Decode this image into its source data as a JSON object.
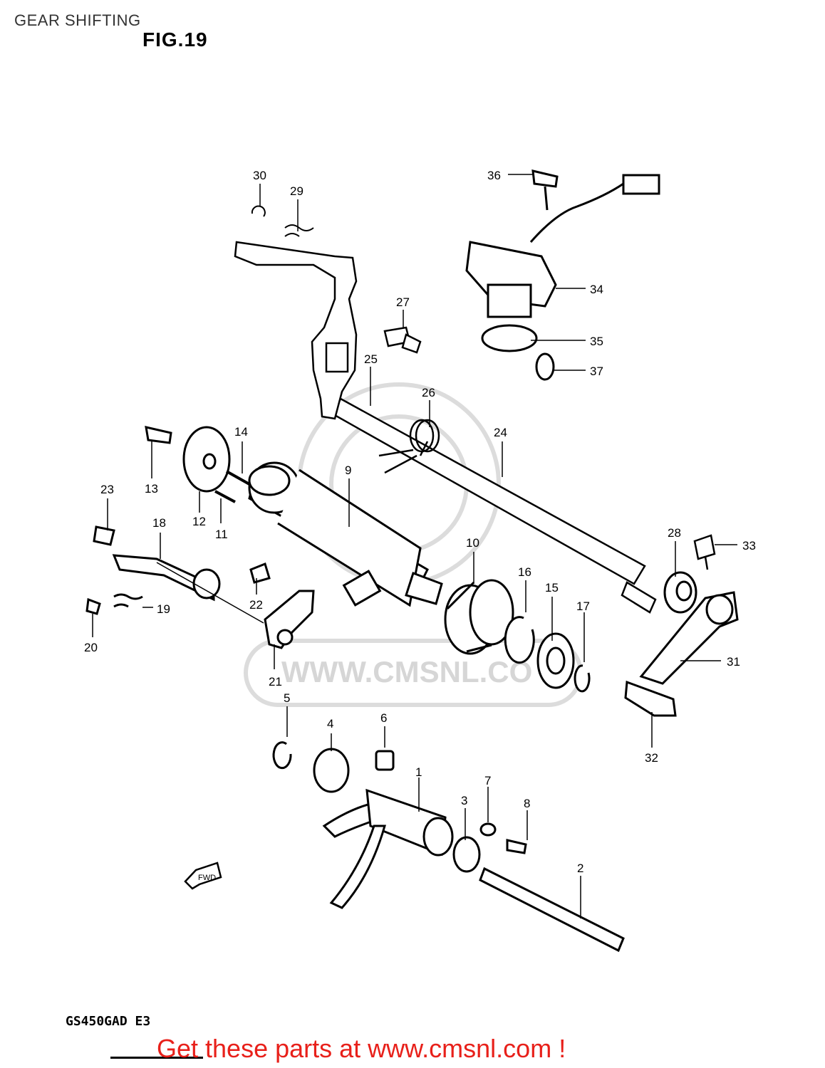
{
  "header": {
    "page_title": "GEAR SHIFTING",
    "figure_label": "FIG.19"
  },
  "footer": {
    "model_code": "GS450GAD E3",
    "banner": "Get these parts at www.cmsnl.com !"
  },
  "watermark": {
    "text": "WWW.CMSNL.CO"
  },
  "direction_tag": "FWD",
  "callouts": [
    "1",
    "2",
    "3",
    "4",
    "5",
    "6",
    "7",
    "8",
    "9",
    "10",
    "11",
    "12",
    "13",
    "14",
    "15",
    "16",
    "17",
    "18",
    "19",
    "20",
    "21",
    "22",
    "23",
    "24",
    "25",
    "26",
    "27",
    "28",
    "29",
    "30",
    "31",
    "32",
    "33",
    "34",
    "35",
    "36",
    "37"
  ],
  "colors": {
    "banner": "#e8201a",
    "line": "#000000",
    "watermark": "#d9d9d9"
  }
}
